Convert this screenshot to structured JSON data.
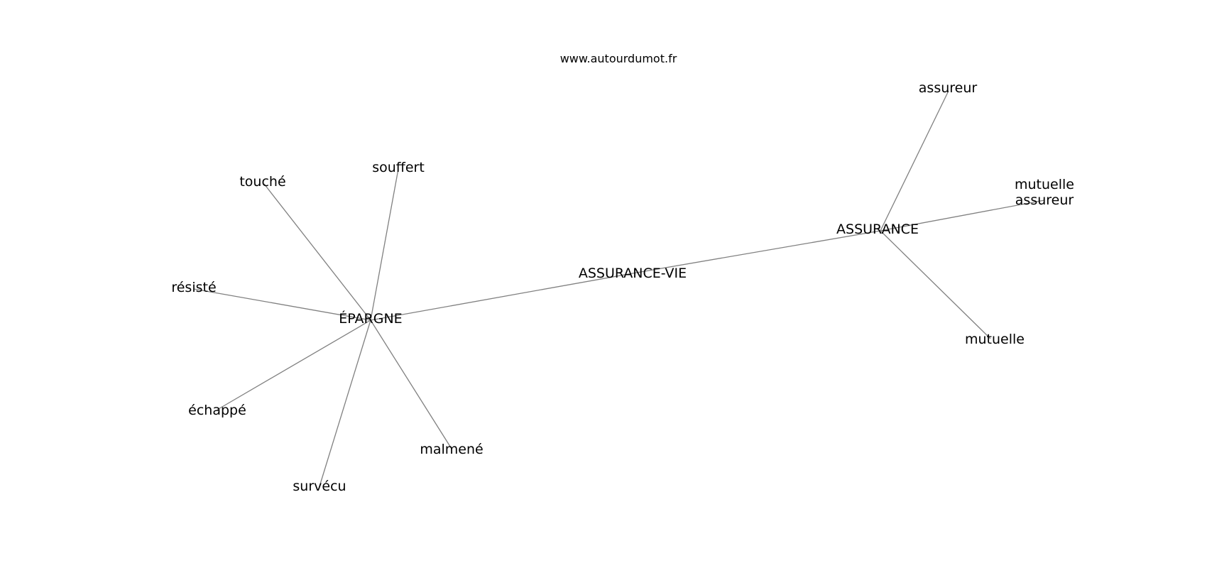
{
  "source": "www.autourdumot.fr",
  "nodes": [
    {
      "id": "epargne",
      "label": "ÉPARGNE"
    },
    {
      "id": "assurance-vie",
      "label": "ASSURANCE-VIE"
    },
    {
      "id": "assurance",
      "label": "ASSURANCE"
    },
    {
      "id": "touche",
      "label": "touché"
    },
    {
      "id": "souffert",
      "label": "souffert"
    },
    {
      "id": "resiste",
      "label": "résisté"
    },
    {
      "id": "echappe",
      "label": "échappé"
    },
    {
      "id": "survecu",
      "label": "survécu"
    },
    {
      "id": "malmene",
      "label": "malmené"
    },
    {
      "id": "assureur",
      "label": "assureur"
    },
    {
      "id": "mutuelle-assureur",
      "label": "mutuelle\nassureur"
    },
    {
      "id": "mutuelle",
      "label": "mutuelle"
    }
  ],
  "edges": [
    {
      "from": "epargne",
      "to": "touche"
    },
    {
      "from": "epargne",
      "to": "souffert"
    },
    {
      "from": "epargne",
      "to": "resiste"
    },
    {
      "from": "epargne",
      "to": "echappe"
    },
    {
      "from": "epargne",
      "to": "survecu"
    },
    {
      "from": "epargne",
      "to": "malmene"
    },
    {
      "from": "epargne",
      "to": "assurance-vie"
    },
    {
      "from": "assurance-vie",
      "to": "assurance"
    },
    {
      "from": "assurance",
      "to": "assureur"
    },
    {
      "from": "assurance",
      "to": "mutuelle-assureur"
    },
    {
      "from": "assurance",
      "to": "mutuelle"
    }
  ]
}
